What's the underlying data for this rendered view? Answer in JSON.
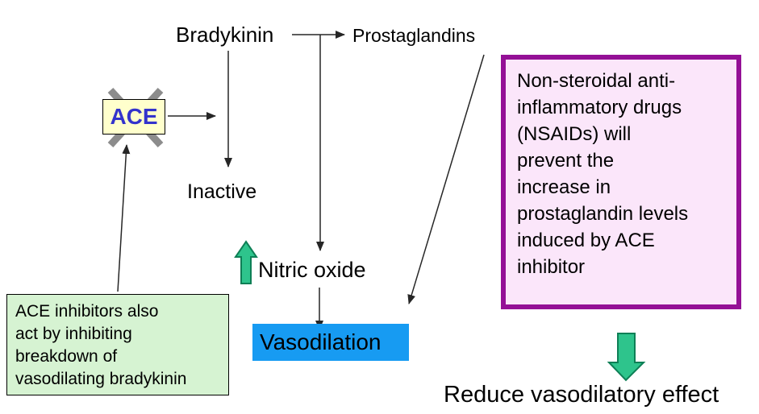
{
  "colors": {
    "ace-box-bg": "#FFFFCC",
    "ace-text": "#3333CC",
    "cross-gray": "#8C8C8C",
    "note-green-bg": "#D6F3D2",
    "nsaid-bg": "#FBE6FA",
    "nsaid-border": "#941096",
    "vaso-blue": "#179BF2",
    "green-arrow-fill": "#2EC48C",
    "green-arrow-stroke": "#0E7F56",
    "line-color": "#262626"
  },
  "diagram": {
    "nodes": {
      "bradykinin": "Bradykinin",
      "prostaglandins": "Prostaglandins",
      "ace": "ACE",
      "inactive": "Inactive",
      "nitric_oxide": "Nitric oxide",
      "vasodilation": "Vasodilation",
      "reduce_effect": "Reduce vasodilatory effect"
    },
    "ace_note": {
      "lines": [
        "ACE inhibitors also",
        "act by inhibiting",
        "breakdown of",
        "vasodilating bradykinin"
      ]
    },
    "nsaid_note": {
      "lines": [
        "Non-steroidal anti-",
        "inflammatory drugs",
        "(NSAIDs) will",
        "prevent the",
        "increase in",
        "prostaglandin levels",
        "induced by ACE",
        "inhibitor"
      ]
    }
  }
}
